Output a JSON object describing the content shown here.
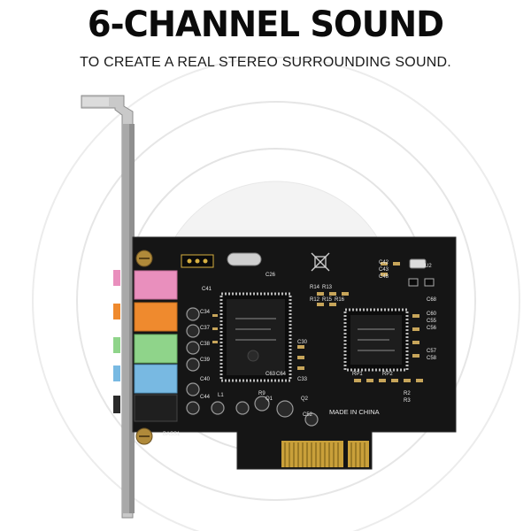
{
  "headline": "6-CHANNEL SOUND",
  "subheadline": "TO CREATE A REAL STEREO SURROUNDING SOUND.",
  "board": {
    "made_in_label": "MADE IN CHINA",
    "port_label": "BASS1",
    "silk_labels": [
      "C26",
      "C42",
      "C43",
      "C48",
      "R14",
      "R13",
      "C30",
      "C33",
      "C34",
      "C37",
      "C38",
      "C39",
      "C40",
      "C44",
      "C55",
      "C56",
      "C57",
      "C58",
      "C68",
      "C60",
      "RP1",
      "RP2",
      "R9",
      "L1",
      "R2",
      "R3",
      "R12",
      "R15",
      "R16",
      "U2",
      "Q1",
      "Q2",
      "C52",
      "C41",
      "C63",
      "C64"
    ],
    "jacks": [
      {
        "name": "pink",
        "color": "#e98fbd"
      },
      {
        "name": "orange",
        "color": "#ef8a2e"
      },
      {
        "name": "green",
        "color": "#8fd48a"
      },
      {
        "name": "blue",
        "color": "#78b9e2"
      },
      {
        "name": "black",
        "color": "#2a2a2a"
      }
    ],
    "pcb_color": "#141414",
    "gold_color": "#d7b040",
    "bracket_color": "#b8b8b8"
  }
}
